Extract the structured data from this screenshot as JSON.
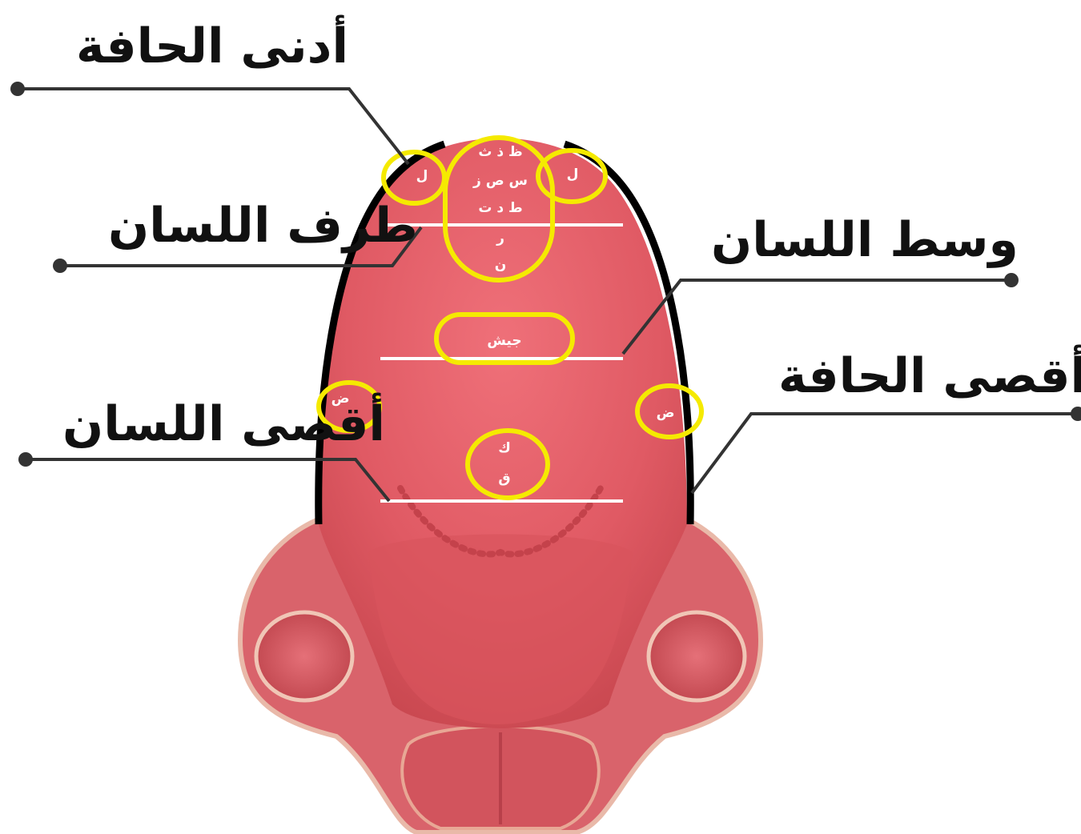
{
  "labels": {
    "lower_edge": "أدنى الحافة",
    "tongue_tip": "طرف اللسان",
    "tongue_middle": "وسط اللسان",
    "far_edge": "أقصى الحافة",
    "tongue_back": "أقصى اللسان"
  },
  "letters": {
    "lam_left": "ل",
    "lam_right": "ل",
    "tip_row1": "ظ ذ ث",
    "tip_row2": "س ص ز",
    "tip_row3": "ط د ت",
    "tip_row4": "ر",
    "tip_row5": "ن",
    "middle": "جيش",
    "dad_left": "ض",
    "dad_right": "ض",
    "back_row1": "ك",
    "back_row2": "ق"
  },
  "colors": {
    "highlight": "#f5ea00",
    "outline": "#000000",
    "tongue": "#e45f66",
    "pointer": "#333333"
  }
}
